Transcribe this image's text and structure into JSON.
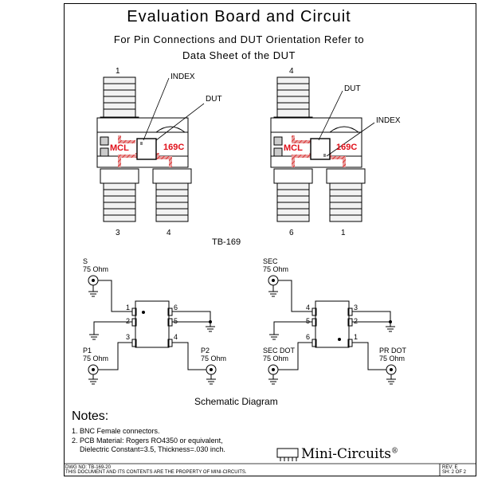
{
  "title": "Evaluation Board and Circuit",
  "subtitle_line1": "For Pin Connections and DUT Orientation Refer to",
  "subtitle_line2": "Data Sheet of the DUT",
  "board_left": {
    "top_pin": "1",
    "bottom_left_pin": "3",
    "bottom_right_pin": "4",
    "index_label": "INDEX",
    "dut_label": "DUT",
    "mcl_label": "MCL",
    "part_label": "169C"
  },
  "board_right": {
    "top_pin": "4",
    "bottom_left_pin": "6",
    "bottom_right_pin": "1",
    "index_label": "INDEX",
    "dut_label": "DUT",
    "mcl_label": "MCL",
    "part_label": "169C"
  },
  "board_name": "TB-169",
  "schematic_left": {
    "s_name": "S",
    "s_imp": "75 Ohm",
    "p1_name": "P1",
    "p1_imp": "75 Ohm",
    "p2_name": "P2",
    "p2_imp": "75 Ohm",
    "pins": [
      "1",
      "2",
      "3",
      "6",
      "5",
      "4"
    ]
  },
  "schematic_right": {
    "sec_name": "SEC",
    "sec_imp": "75 Ohm",
    "secdot_name": "SEC DOT",
    "secdot_imp": "75 Ohm",
    "prdot_name": "PR DOT",
    "prdot_imp": "75 Ohm",
    "pins": [
      "4",
      "5",
      "6",
      "3",
      "2",
      "1"
    ]
  },
  "schematic_title": "Schematic Diagram",
  "notes": {
    "heading": "Notes:",
    "items": [
      "1. BNC Female connectors.",
      "2. PCB Material: Rogers RO4350 or equivalent,",
      "    Dielectric Constant=3.5, Thickness=.030 inch."
    ]
  },
  "brand": "Mini-Circuits",
  "brand_mark": "®",
  "footer": {
    "dwg_no": "DWG NO: TB-169-20",
    "property": "THIS DOCUMENT AND ITS CONTENTS ARE THE PROPERTY OF MINI-CIRCUITS.",
    "rev": "REV: E",
    "sheet": "SH: 2 OF 2"
  },
  "colors": {
    "trace": "#e0402a",
    "pad": "#d4d4d4",
    "connector": "#ececec",
    "label_red": "#e0101a"
  }
}
